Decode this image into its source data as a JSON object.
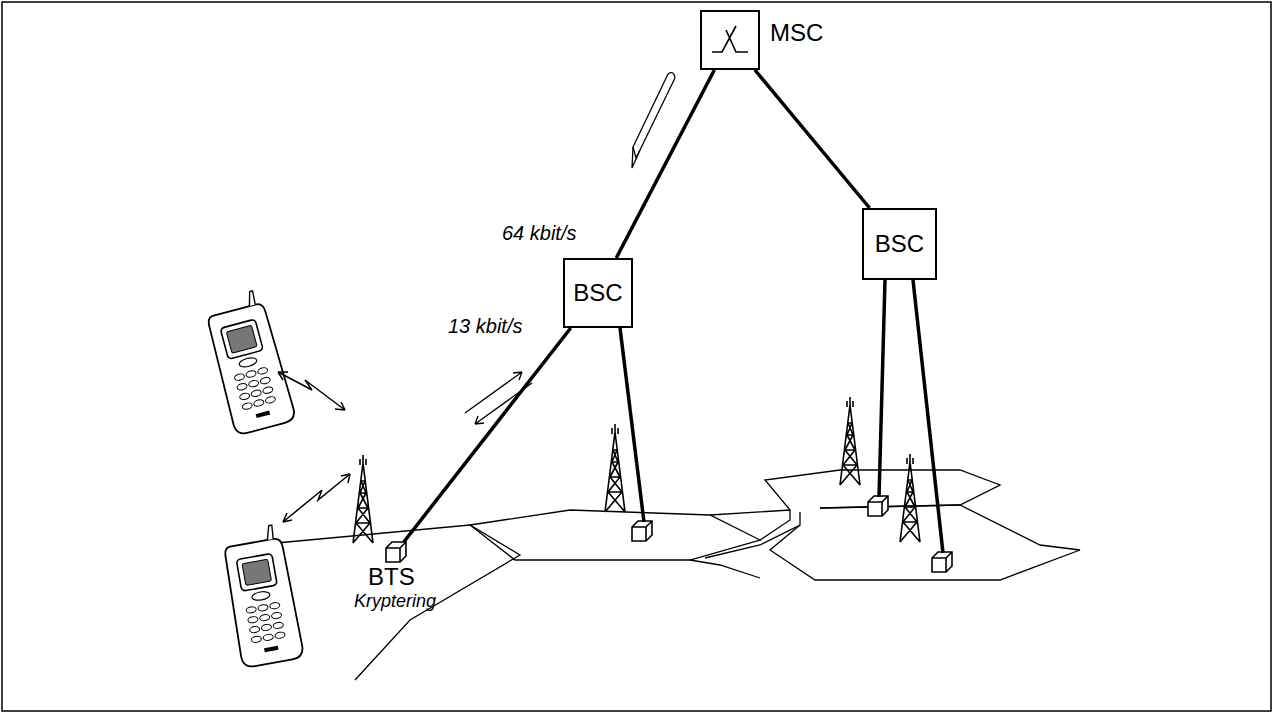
{
  "diagram": {
    "nodes": [
      {
        "text": [
          "MSC"
        ]
      },
      {
        "text": [
          "BSC"
        ]
      },
      {
        "text": [
          "BSC"
        ]
      },
      {
        "text": [
          "BTS",
          "Kryptering"
        ]
      }
    ],
    "edges": [
      {
        "from": 0,
        "to": 1,
        "label": "64 kbit/s",
        "arrow": "none"
      },
      {
        "from": 0,
        "to": 2,
        "arrow": "none"
      },
      {
        "from": 1,
        "to": 3,
        "label": "13 kbit/s",
        "arrow": "none"
      }
    ]
  }
}
